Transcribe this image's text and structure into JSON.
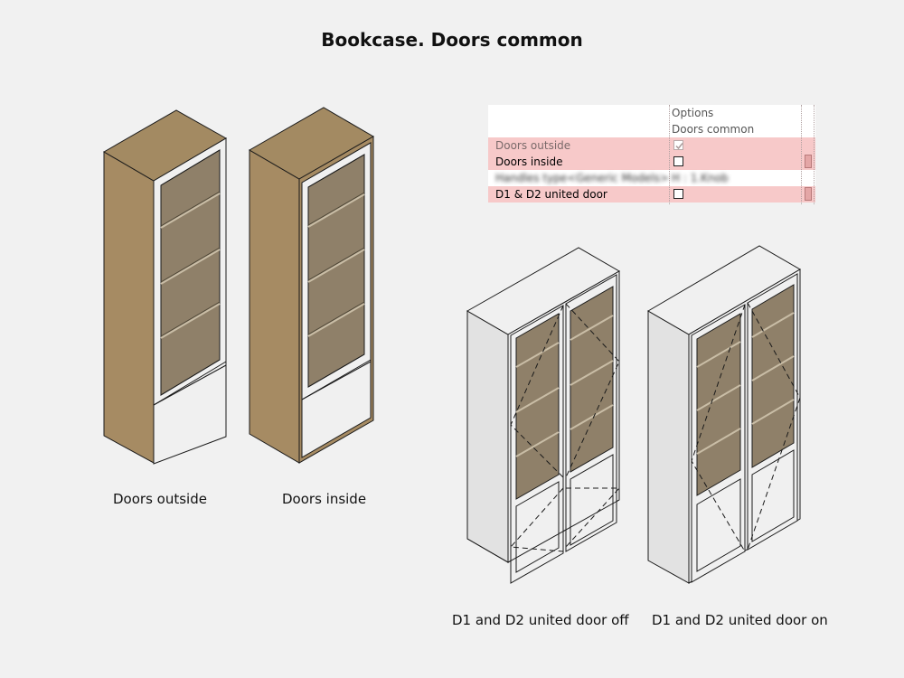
{
  "title": "Bookcase. Doors common",
  "captions": {
    "doors_outside": "Doors outside",
    "doors_inside": "Doors inside",
    "united_off": "D1 and D2 united door off",
    "united_on": "D1 and D2 united door on"
  },
  "properties": {
    "header_options": "Options",
    "header_group": "Doors common",
    "rows": [
      {
        "label": "Doors outside",
        "checked": true
      },
      {
        "label": "Doors inside",
        "checked": false
      },
      {
        "label": "Handles type<Generic Models>",
        "value": "H : 1.Knob"
      },
      {
        "label": "D1 & D2 united door",
        "checked": false
      }
    ]
  },
  "colors": {
    "wood": "#a68b63",
    "glass": "#8f8069",
    "panel": "#e9e9e9",
    "highlight": "#f7c9c9",
    "background": "#f1f1f1"
  }
}
